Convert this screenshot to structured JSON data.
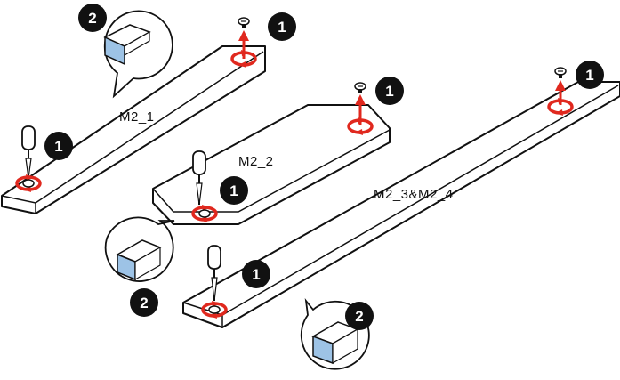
{
  "slot_labels": {
    "m2_1": "M2_1",
    "m2_2": "M2_2",
    "m2_3_4": "M2_3&M2_4"
  },
  "step_numbers": {
    "step1": "1",
    "step2": "2"
  },
  "colors": {
    "arrow": "#e0281e",
    "pad": "#9dc3e6",
    "outline": "#111111",
    "badge": "#111111"
  },
  "icons": [
    "screw-icon",
    "screwdriver-icon",
    "rotate-arrow-icon",
    "up-arrow-icon",
    "thermal-pad-icon"
  ]
}
